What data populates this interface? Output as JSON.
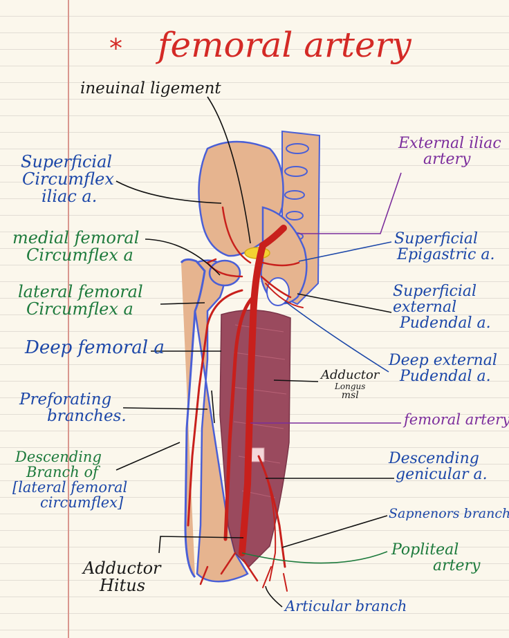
{
  "title": "femoral artery",
  "title_marker": "*",
  "labels": {
    "inguinal_ligament": "ineuinal ligement",
    "external_iliac": [
      "External iliac",
      "artery"
    ],
    "superficial_circumflex": [
      "Superficial",
      "Circumflex",
      "iliac a."
    ],
    "medial_femoral": [
      "medial femoral",
      "Circumflex a"
    ],
    "lateral_femoral": [
      "lateral femoral",
      "Circumflex a"
    ],
    "deep_femoral": "Deep femoral a",
    "perforating": [
      "Preforating",
      "branches."
    ],
    "descending_branch": [
      "Descending",
      "Branch of",
      "[lateral femoral",
      "circumflex]"
    ],
    "adductor_hiatus": [
      "Adductor",
      "Hitus"
    ],
    "superficial_epigastric": [
      "Superficial",
      "Epigastric a."
    ],
    "superficial_external_pudendal": [
      "Superficial",
      "external",
      "Pudendal a."
    ],
    "deep_external_pudendal": [
      "Deep external",
      "Pudendal a."
    ],
    "adductor_longus": [
      "Adductor",
      "Longus",
      "msl"
    ],
    "femoral_artery_label": "femoral artery",
    "descending_genicular": [
      "Descending",
      "genicular a."
    ],
    "saphenous_branch": "Sapnenors branch",
    "popliteal": [
      "Popliteal",
      "artery"
    ],
    "articular_branch": "Articular branch"
  },
  "colors": {
    "artery": "#c8201c",
    "bone": "#e6b48f",
    "bone_outline": "#4a5fd6",
    "muscle": "#9a4a5e",
    "title": "#d42a26"
  }
}
